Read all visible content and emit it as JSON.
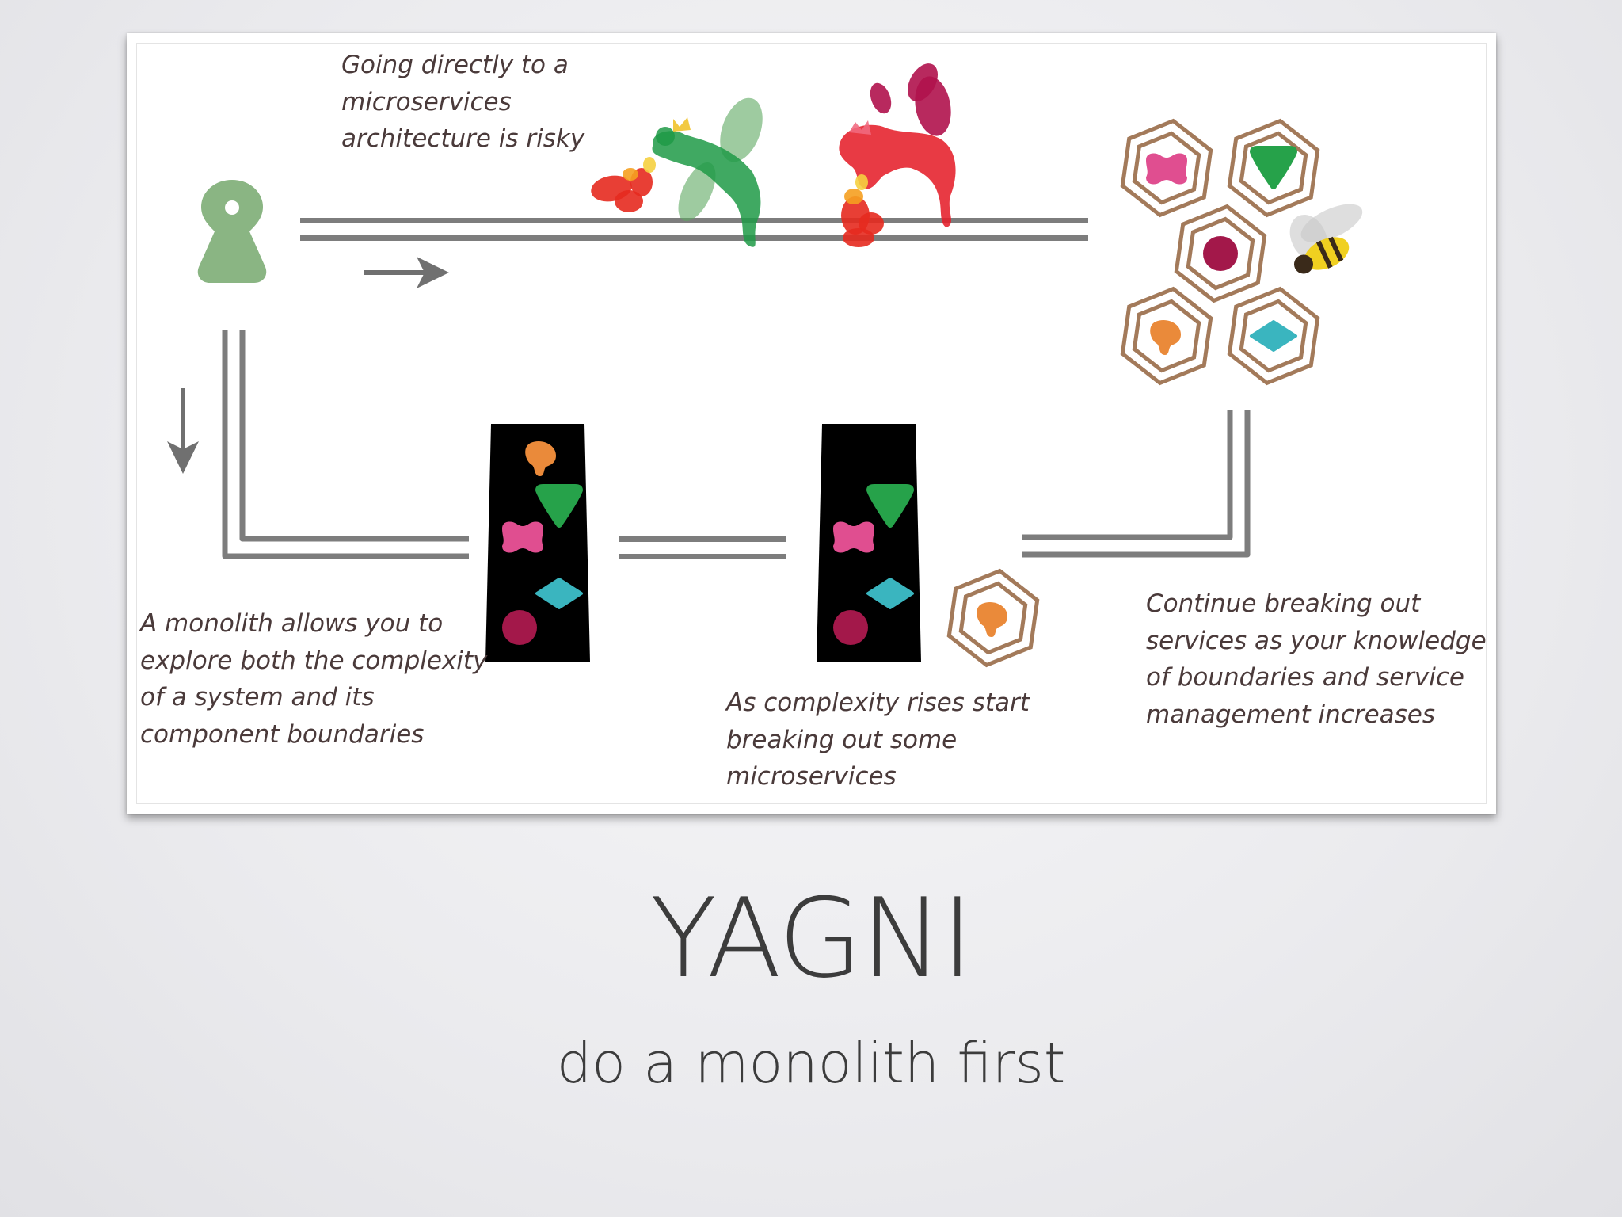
{
  "slide": {
    "title": "YAGNI",
    "subtitle": "do a monolith first"
  },
  "diagram": {
    "captions": {
      "top": "Going directly to a\nmicroservices\narchitecture is risky",
      "bottom_left": "A monolith allows you to\nexplore both the complexity\nof a system and its\ncomponent boundaries",
      "bottom_middle": "As complexity rises start\nbreaking out some\nmicroservices",
      "bottom_right": "Continue breaking out\nservices as your knowledge\nof boundaries and service\nmanagement increases"
    },
    "icons": [
      "pawn-icon",
      "right-arrow-icon",
      "down-arrow-icon",
      "green-dragon-icon",
      "red-dragon-icon",
      "fire-icon",
      "bee-icon",
      "monolith-block-icon",
      "hexagon-service-icon"
    ],
    "colors": {
      "pink": "#e04e90",
      "green": "#26a24a",
      "teal": "#3ab5bf",
      "maroon": "#a3184a",
      "orange": "#ea8a3a",
      "hex_outline": "#a37a5a",
      "track": "#7d7d7d",
      "pawn": "#8ab583",
      "monolith": "#000000"
    }
  }
}
